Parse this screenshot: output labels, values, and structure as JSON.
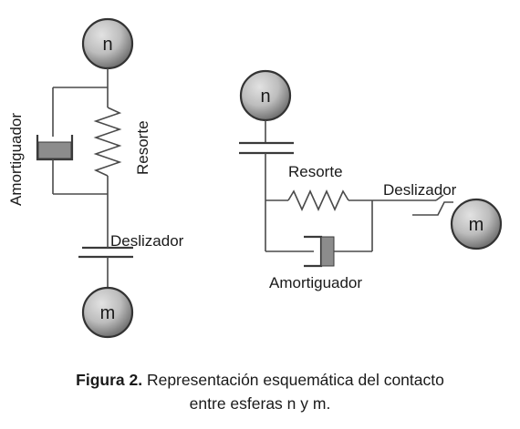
{
  "left": {
    "top_ball": "n",
    "bottom_ball": "m",
    "damper_label": "Amortiguador",
    "spring_label": "Resorte",
    "slider_label": "Deslizador"
  },
  "right": {
    "top_ball": "n",
    "side_ball": "m",
    "spring_label": "Resorte",
    "slider_label": "Deslizador",
    "damper_label": "Amortiguador"
  },
  "caption": {
    "figure": "Figura 2.",
    "text_line1": "Representación esquemática del contacto",
    "text_line2": "entre esferas n y m."
  },
  "colors": {
    "ball_light": "#d6d6d6",
    "ball_dark": "#6e6e6e",
    "damper_fill": "#8c8c8c",
    "line": "#4a4a4a"
  }
}
